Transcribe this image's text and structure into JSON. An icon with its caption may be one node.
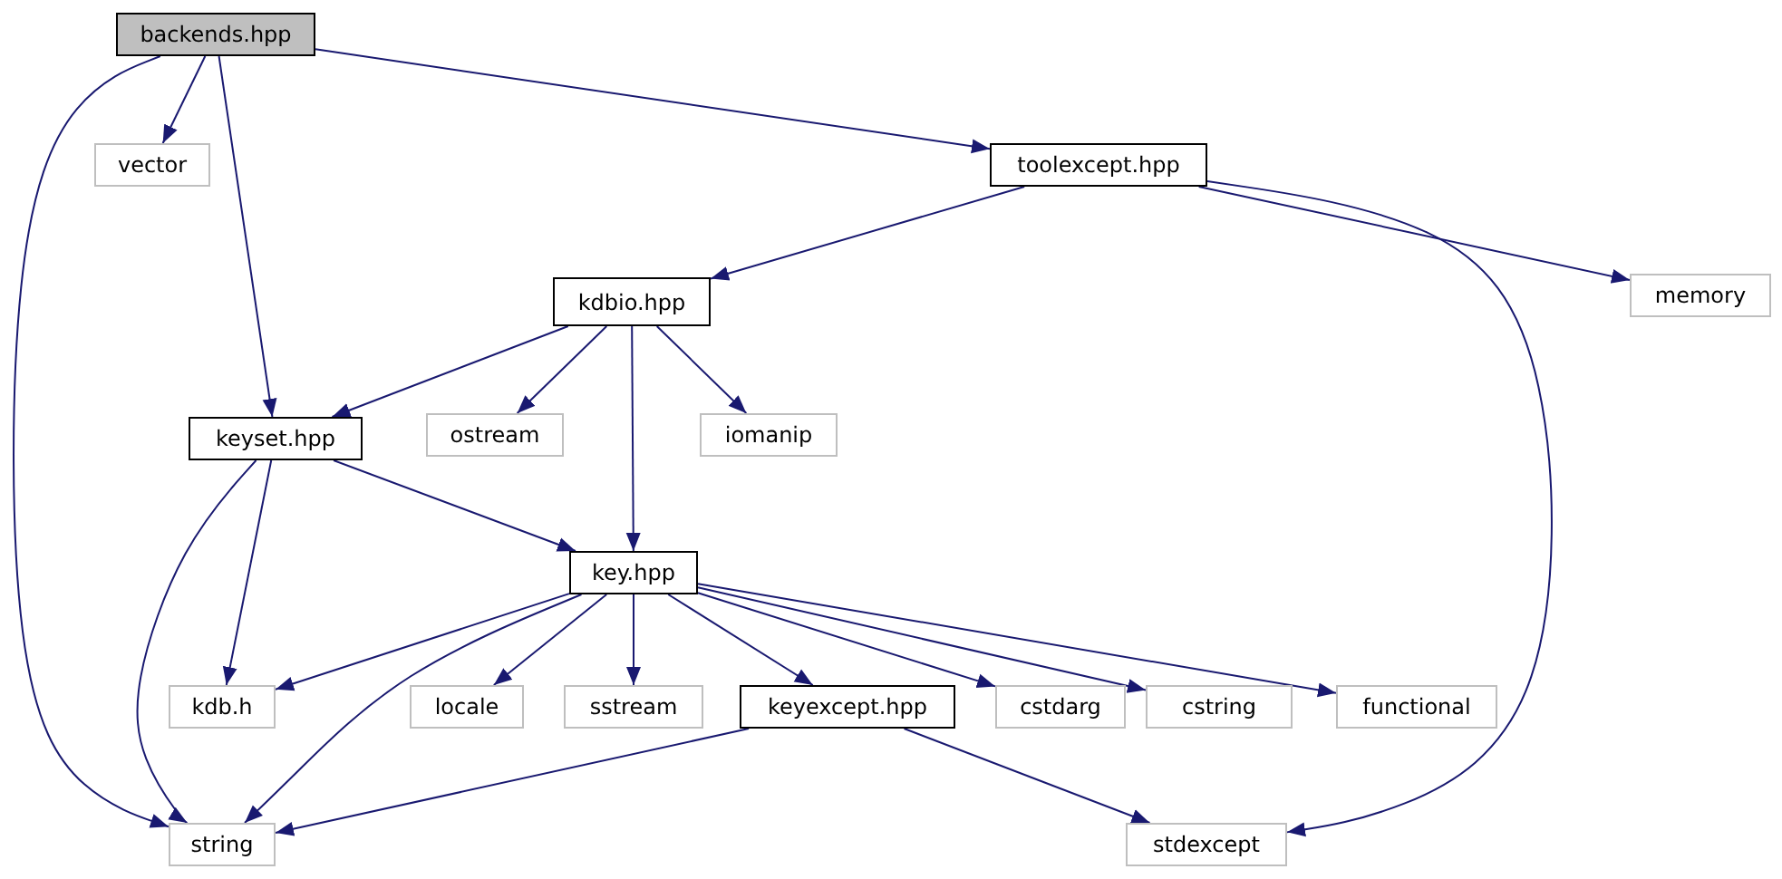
{
  "diagram": {
    "nodes": [
      {
        "text": [
          "backends.hpp"
        ]
      },
      {
        "text": [
          "vector"
        ]
      },
      {
        "text": [
          "toolexcept.hpp"
        ]
      },
      {
        "text": [
          "memory"
        ]
      },
      {
        "text": [
          "kdbio.hpp"
        ]
      },
      {
        "text": [
          "ostream"
        ]
      },
      {
        "text": [
          "iomanip"
        ]
      },
      {
        "text": [
          "keyset.hpp"
        ]
      },
      {
        "text": [
          "key.hpp"
        ]
      },
      {
        "text": [
          "kdb.h"
        ]
      },
      {
        "text": [
          "locale"
        ]
      },
      {
        "text": [
          "sstream"
        ]
      },
      {
        "text": [
          "keyexcept.hpp"
        ]
      },
      {
        "text": [
          "cstdarg"
        ]
      },
      {
        "text": [
          "cstring"
        ]
      },
      {
        "text": [
          "functional"
        ]
      },
      {
        "text": [
          "string"
        ]
      },
      {
        "text": [
          "stdexcept"
        ]
      }
    ],
    "edges": [
      {
        "from": 0,
        "to": 1,
        "arrow": "to"
      },
      {
        "from": 0,
        "to": 16,
        "arrow": "to"
      },
      {
        "from": 0,
        "to": 7,
        "arrow": "to"
      },
      {
        "from": 0,
        "to": 2,
        "arrow": "to"
      },
      {
        "from": 2,
        "to": 4,
        "arrow": "to"
      },
      {
        "from": 2,
        "to": 3,
        "arrow": "to"
      },
      {
        "from": 2,
        "to": 17,
        "arrow": "to"
      },
      {
        "from": 4,
        "to": 7,
        "arrow": "to"
      },
      {
        "from": 4,
        "to": 5,
        "arrow": "to"
      },
      {
        "from": 4,
        "to": 6,
        "arrow": "to"
      },
      {
        "from": 4,
        "to": 8,
        "arrow": "to"
      },
      {
        "from": 7,
        "to": 8,
        "arrow": "to"
      },
      {
        "from": 7,
        "to": 9,
        "arrow": "to"
      },
      {
        "from": 7,
        "to": 16,
        "arrow": "to"
      },
      {
        "from": 8,
        "to": 9,
        "arrow": "to"
      },
      {
        "from": 8,
        "to": 16,
        "arrow": "to"
      },
      {
        "from": 8,
        "to": 10,
        "arrow": "to"
      },
      {
        "from": 8,
        "to": 11,
        "arrow": "to"
      },
      {
        "from": 8,
        "to": 12,
        "arrow": "to"
      },
      {
        "from": 8,
        "to": 13,
        "arrow": "to"
      },
      {
        "from": 8,
        "to": 14,
        "arrow": "to"
      },
      {
        "from": 8,
        "to": 15,
        "arrow": "to"
      },
      {
        "from": 12,
        "to": 16,
        "arrow": "to"
      },
      {
        "from": 12,
        "to": 17,
        "arrow": "to"
      }
    ]
  }
}
